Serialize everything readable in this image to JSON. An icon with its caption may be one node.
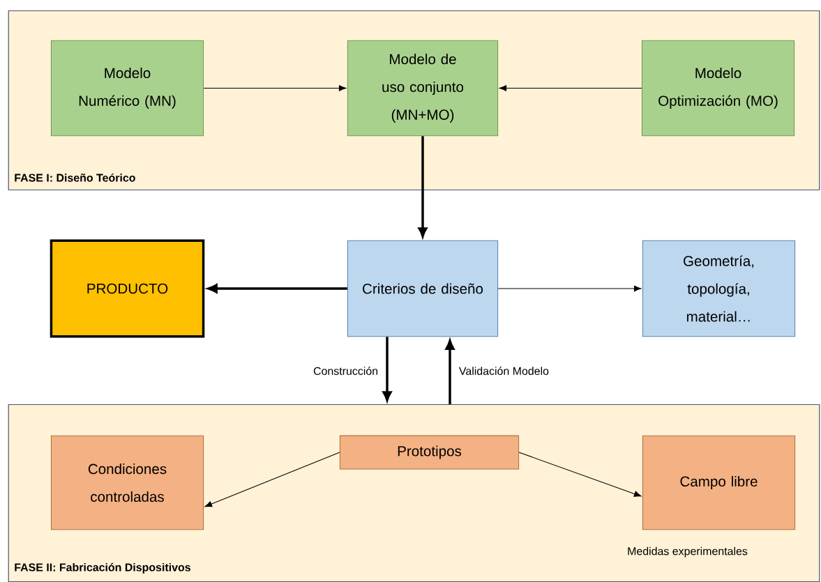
{
  "diagram": {
    "nodes": [
      {
        "text": [
          "FASE I: Diseño Teórico"
        ]
      },
      {
        "text": [
          "Modelo Numérico (MN)"
        ],
        "in": 0
      },
      {
        "text": [
          "Modelo de uso conjunto (MN+MO)"
        ],
        "in": 0
      },
      {
        "text": [
          "Modelo Optimización (MO)"
        ],
        "in": 0
      },
      {
        "text": [
          "PRODUCTO"
        ]
      },
      {
        "text": [
          "Criterios de diseño"
        ]
      },
      {
        "text": [
          "Geometría, topología, material…"
        ]
      },
      {
        "text": [
          "FASE II: Fabricación Dispositivos"
        ]
      },
      {
        "text": [
          "Condiciones controladas"
        ],
        "in": 7
      },
      {
        "text": [
          "Prototipos"
        ],
        "in": 7
      },
      {
        "text": [
          "Campo libre"
        ],
        "in": 7,
        "beside": [
          "Medidas experimentales"
        ]
      }
    ],
    "edges": [
      {
        "from": 1,
        "to": 2,
        "arrow": "to"
      },
      {
        "from": 3,
        "to": 2,
        "arrow": "to"
      },
      {
        "from": 2,
        "to": 5,
        "arrow": "to",
        "style": "thick"
      },
      {
        "from": 5,
        "to": 4,
        "arrow": "to",
        "style": "thick"
      },
      {
        "from": 5,
        "to": 6,
        "arrow": "to"
      },
      {
        "from": 5,
        "to": 7,
        "arrow": "to",
        "style": "thick",
        "label": "Construcción"
      },
      {
        "from": 7,
        "to": 5,
        "arrow": "to",
        "style": "thick",
        "label": "Validación Modelo"
      },
      {
        "from": 9,
        "to": 8,
        "arrow": "to"
      },
      {
        "from": 9,
        "to": 10,
        "arrow": "to"
      }
    ]
  }
}
